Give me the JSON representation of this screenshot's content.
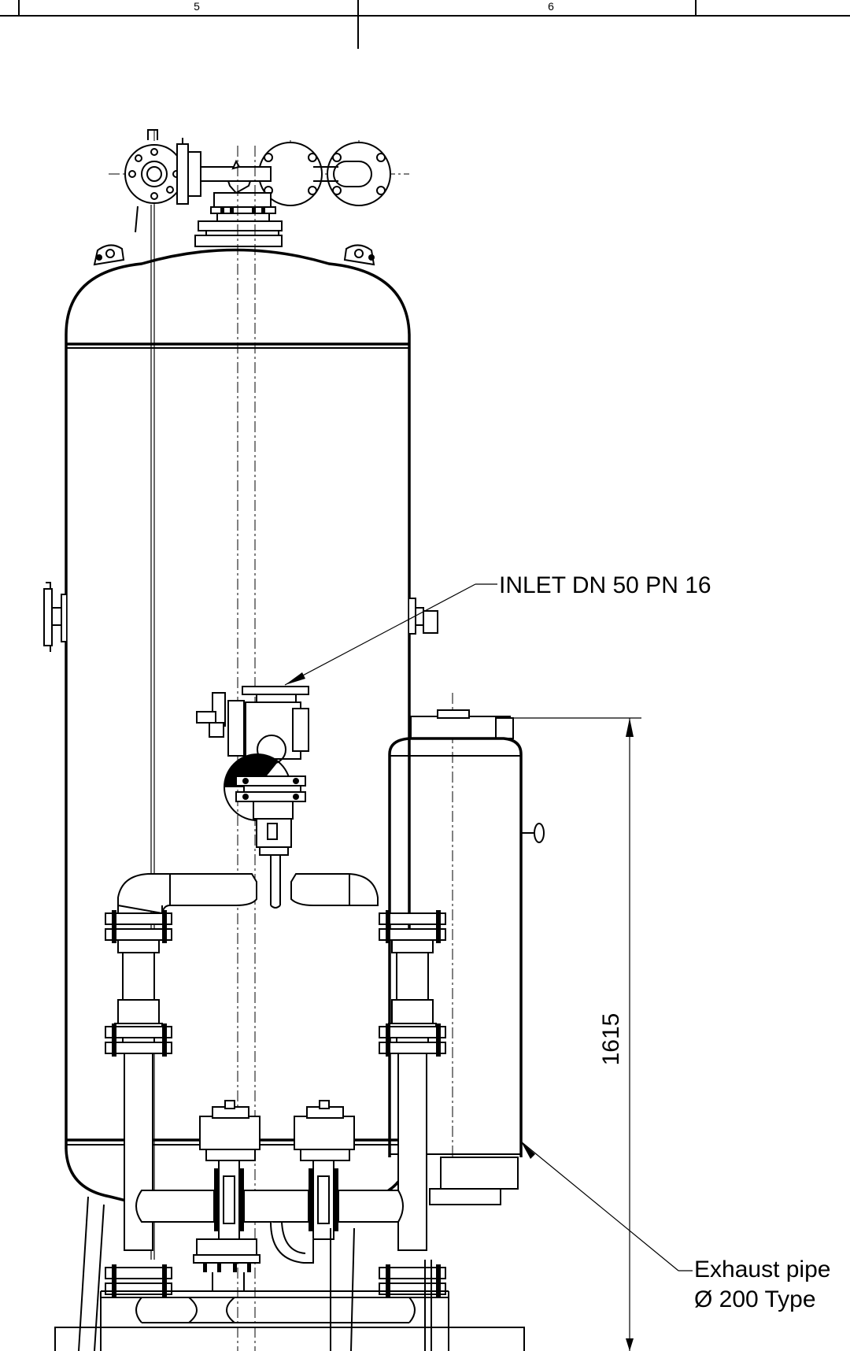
{
  "drawing_frame": {
    "zone_labels": [
      "5",
      "6"
    ]
  },
  "callouts": {
    "inlet": "INLET DN 50 PN 16",
    "exhaust_line1": "Exhaust pipe",
    "exhaust_line2": "Ø 200 Type"
  },
  "dimensions": {
    "height_dim": "1615"
  }
}
